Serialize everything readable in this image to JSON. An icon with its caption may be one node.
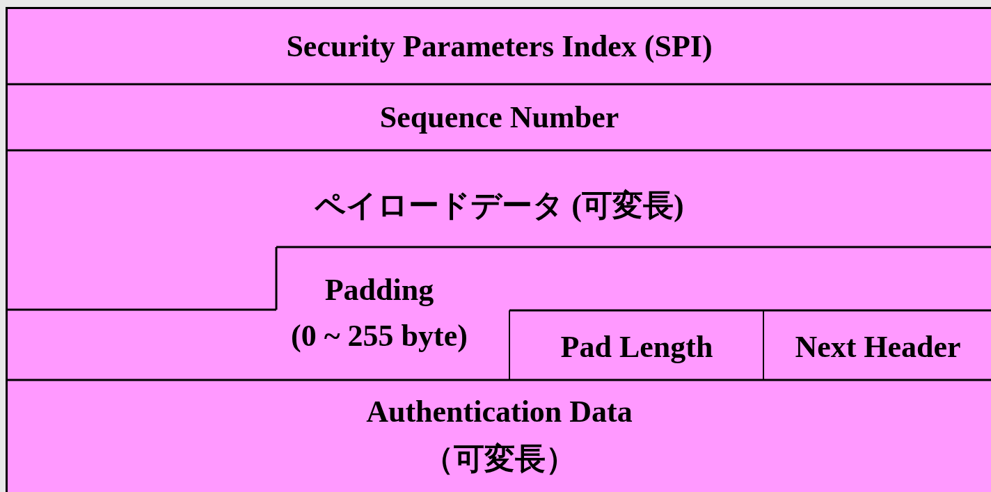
{
  "diagram": {
    "nodes": [
      {
        "text": [
          "Security Parameters Index (SPI)"
        ]
      },
      {
        "text": [
          "Sequence Number"
        ]
      },
      {
        "text": [
          "ペイロードデータ (可変長)"
        ]
      },
      {
        "text": [
          "Padding",
          "(0 ~ 255 byte)"
        ]
      },
      {
        "text": [
          "Pad Length"
        ]
      },
      {
        "text": [
          "Next Header"
        ]
      },
      {
        "text": [
          "Authentication Data",
          "（可変長）"
        ]
      }
    ]
  }
}
